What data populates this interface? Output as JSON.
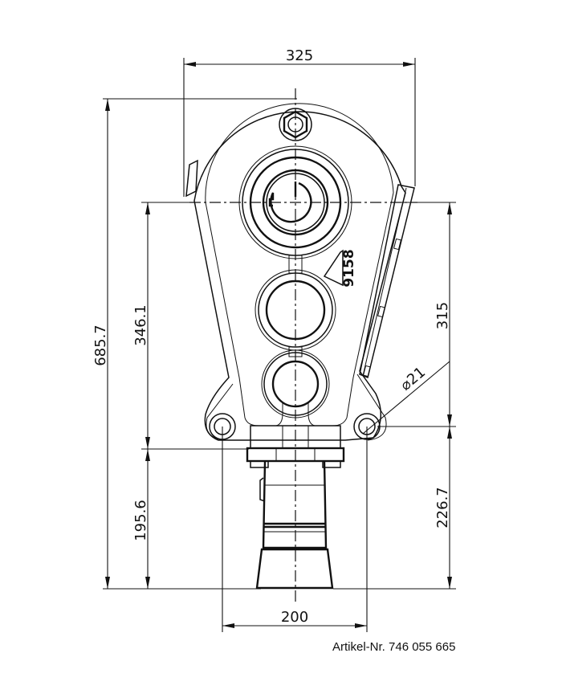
{
  "drawing": {
    "type": "technical-drawing",
    "subject": "gearbox front view",
    "dimensions": {
      "overall_width": "325",
      "overall_height": "685.7",
      "upper_height": "346.1",
      "lower_height": "195.6",
      "right_upper_height": "315",
      "right_lower_height": "226.7",
      "mount_spacing": "200",
      "hole_diameter": "⌀21"
    },
    "stamp_text": "9158",
    "article_number": "Artikel-Nr. 746 055 665",
    "colors": {
      "background": "#ffffff",
      "line": "#111111"
    }
  }
}
